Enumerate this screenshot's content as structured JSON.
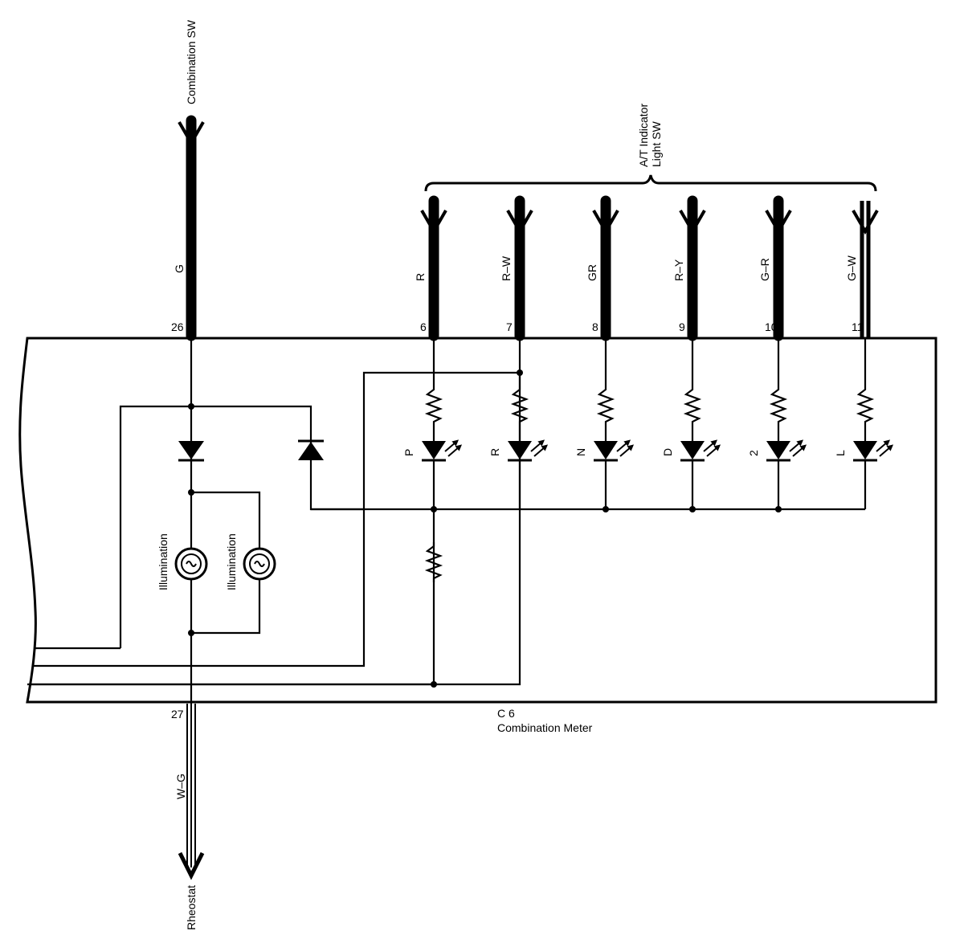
{
  "diagram": {
    "top_connector": "Combination SW",
    "top_wire": {
      "color": "G",
      "pin": "26"
    },
    "bottom_wire": {
      "color": "W–G",
      "pin": "27"
    },
    "bottom_connector": "Rheostat",
    "indicator_switch": {
      "line1": "A/T Indicator",
      "line2": "Light SW"
    },
    "indicator_wires": [
      {
        "color": "R",
        "pin": "6",
        "led": "P"
      },
      {
        "color": "R–W",
        "pin": "7",
        "led": "R"
      },
      {
        "color": "GR",
        "pin": "8",
        "led": "N"
      },
      {
        "color": "R–Y",
        "pin": "9",
        "led": "D"
      },
      {
        "color": "G–R",
        "pin": "10",
        "led": "2"
      },
      {
        "color": "G–W",
        "pin": "11",
        "led": "L"
      }
    ],
    "lamps": [
      {
        "label": "Illumination"
      },
      {
        "label": "Illumination"
      }
    ],
    "component": {
      "id": "C 6",
      "name": "Combination Meter"
    }
  }
}
